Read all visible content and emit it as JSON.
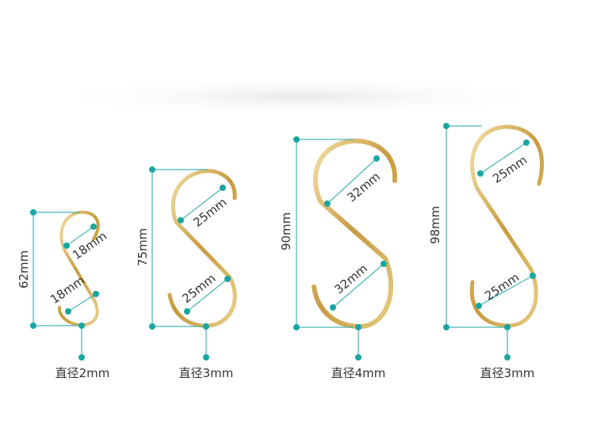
{
  "colors": {
    "accent": "#1aa6a0",
    "gold": "#c9a24a",
    "gold_light": "#eed79a"
  },
  "hooks": [
    {
      "height_label": "62mm",
      "top_label": "18mm",
      "bottom_label": "18mm",
      "caption": "直径2mm"
    },
    {
      "height_label": "75mm",
      "top_label": "25mm",
      "bottom_label": "25mm",
      "caption": "直径3mm"
    },
    {
      "height_label": "90mm",
      "top_label": "32mm",
      "bottom_label": "32mm",
      "caption": "直径4mm"
    },
    {
      "height_label": "98mm",
      "top_label": "25mm",
      "bottom_label": "25mm",
      "caption": "直径3mm"
    }
  ]
}
